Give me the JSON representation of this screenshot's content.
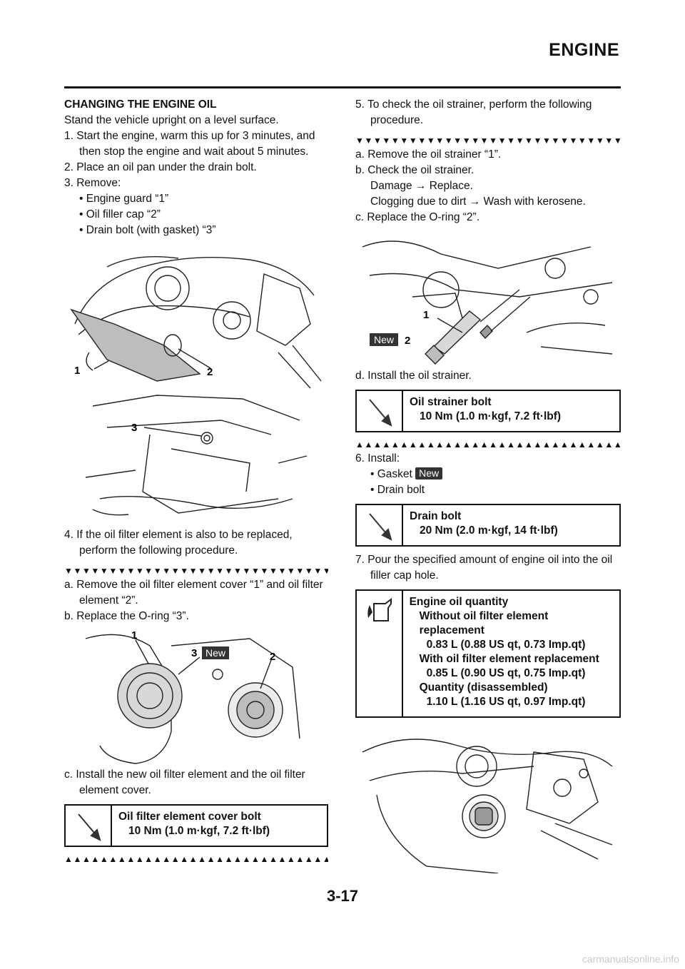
{
  "header": {
    "title": "ENGINE"
  },
  "left": {
    "section_title": "CHANGING THE ENGINE OIL",
    "intro": "Stand the vehicle upright on a level surface.",
    "step1": "1. Start the engine, warm this up for 3 minutes, and then stop the engine and wait about 5 minutes.",
    "step2": "2. Place an oil pan under the drain bolt.",
    "step3": "3. Remove:",
    "bullets": [
      "• Engine guard “1”",
      "• Oil filler cap “2”",
      "• Drain bolt (with gasket) “3”"
    ],
    "fig1_callouts": [
      "1",
      "2"
    ],
    "fig2_callouts": [
      "3"
    ],
    "step4": "4. If the oil filter element is also to be replaced, perform the following procedure.",
    "sub_a": "a. Remove the oil filter element cover “1” and oil filter element “2”.",
    "sub_b": "b. Replace the O-ring “3”.",
    "fig3_callouts": [
      "1",
      "3",
      "2"
    ],
    "new_label": "New",
    "sub_c": "c. Install the new oil filter element and the oil filter element cover.",
    "spec1": {
      "label": "Oil filter element cover bolt",
      "value": "10 Nm (1.0 m·kgf, 7.2 ft·lbf)"
    }
  },
  "right": {
    "step5": "5. To check the oil strainer, perform the following procedure.",
    "sub_a": "a. Remove the oil strainer “1”.",
    "sub_b": "b. Check the oil strainer.",
    "sub_b1": "Damage → Replace.",
    "sub_b2": "Clogging due to dirt → Wash with kerosene.",
    "sub_c": "c. Replace the O-ring “2”.",
    "fig4_callouts": [
      "1",
      "2"
    ],
    "new_label": "New",
    "sub_d": "d. Install the oil strainer.",
    "spec2": {
      "label": "Oil strainer bolt",
      "value": "10 Nm (1.0 m·kgf, 7.2 ft·lbf)"
    },
    "step6": "6. Install:",
    "bullet_gasket": "• Gasket",
    "bullet_drain": "• Drain bolt",
    "spec3": {
      "label": "Drain bolt",
      "value": "20 Nm (2.0 m·kgf, 14 ft·lbf)"
    },
    "step7": "7. Pour the specified amount of engine oil into the oil filler cap hole.",
    "spec4": {
      "title": "Engine oil quantity",
      "l1": "Without oil filter element replacement",
      "v1": "0.83 L (0.88 US qt, 0.73 Imp.qt)",
      "l2": "With oil filter element replacement",
      "v2": "0.85 L (0.90 US qt, 0.75 Imp.qt)",
      "l3": "Quantity (disassembled)",
      "v3": "1.10 L (1.16 US qt, 0.97 Imp.qt)"
    }
  },
  "page_number": "3-17",
  "footer": "carmanualsonline.info"
}
